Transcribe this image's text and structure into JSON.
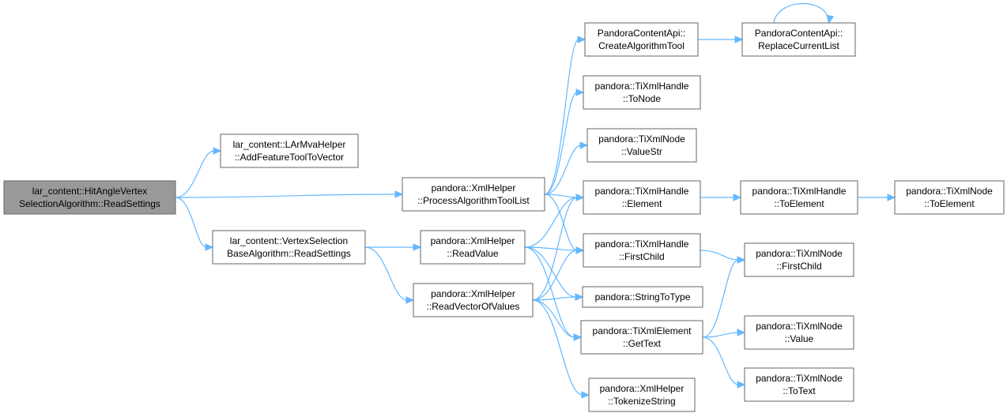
{
  "colors": {
    "edge": "#63b8ff",
    "node_border": "#666666",
    "root_fill": "#999999",
    "node_fill": "#ffffff"
  },
  "nodes": {
    "root": [
      "lar_content::HitAngleVertex",
      "SelectionAlgorithm::ReadSettings"
    ],
    "addFeature": [
      "lar_content::LArMvaHelper",
      "::AddFeatureToolToVector"
    ],
    "vsbReadSettings": [
      "lar_content::VertexSelection",
      "BaseAlgorithm::ReadSettings"
    ],
    "processAlgList": [
      "pandora::XmlHelper",
      "::ProcessAlgorithmToolList"
    ],
    "readValue": [
      "pandora::XmlHelper",
      "::ReadValue"
    ],
    "readVector": [
      "pandora::XmlHelper",
      "::ReadVectorOfValues"
    ],
    "createAlgTool": [
      "PandoraContentApi::",
      "CreateAlgorithmTool"
    ],
    "replaceList": [
      "PandoraContentApi::",
      "ReplaceCurrentList"
    ],
    "toNode": [
      "pandora::TiXmlHandle",
      "::ToNode"
    ],
    "valueStr": [
      "pandora::TiXmlNode",
      "::ValueStr"
    ],
    "handleElement": [
      "pandora::TiXmlHandle",
      "::Element"
    ],
    "handleToElement": [
      "pandora::TiXmlHandle",
      "::ToElement"
    ],
    "nodeToElement": [
      "pandora::TiXmlNode",
      "::ToElement"
    ],
    "handleFirstChild": [
      "pandora::TiXmlHandle",
      "::FirstChild"
    ],
    "nodeFirstChild": [
      "pandora::TiXmlNode",
      "::FirstChild"
    ],
    "stringToType": [
      "pandora::StringToType"
    ],
    "getText": [
      "pandora::TiXmlElement",
      "::GetText"
    ],
    "nodeValue": [
      "pandora::TiXmlNode",
      "::Value"
    ],
    "nodeToText": [
      "pandora::TiXmlNode",
      "::ToText"
    ],
    "tokenize": [
      "pandora::XmlHelper",
      "::TokenizeString"
    ]
  }
}
